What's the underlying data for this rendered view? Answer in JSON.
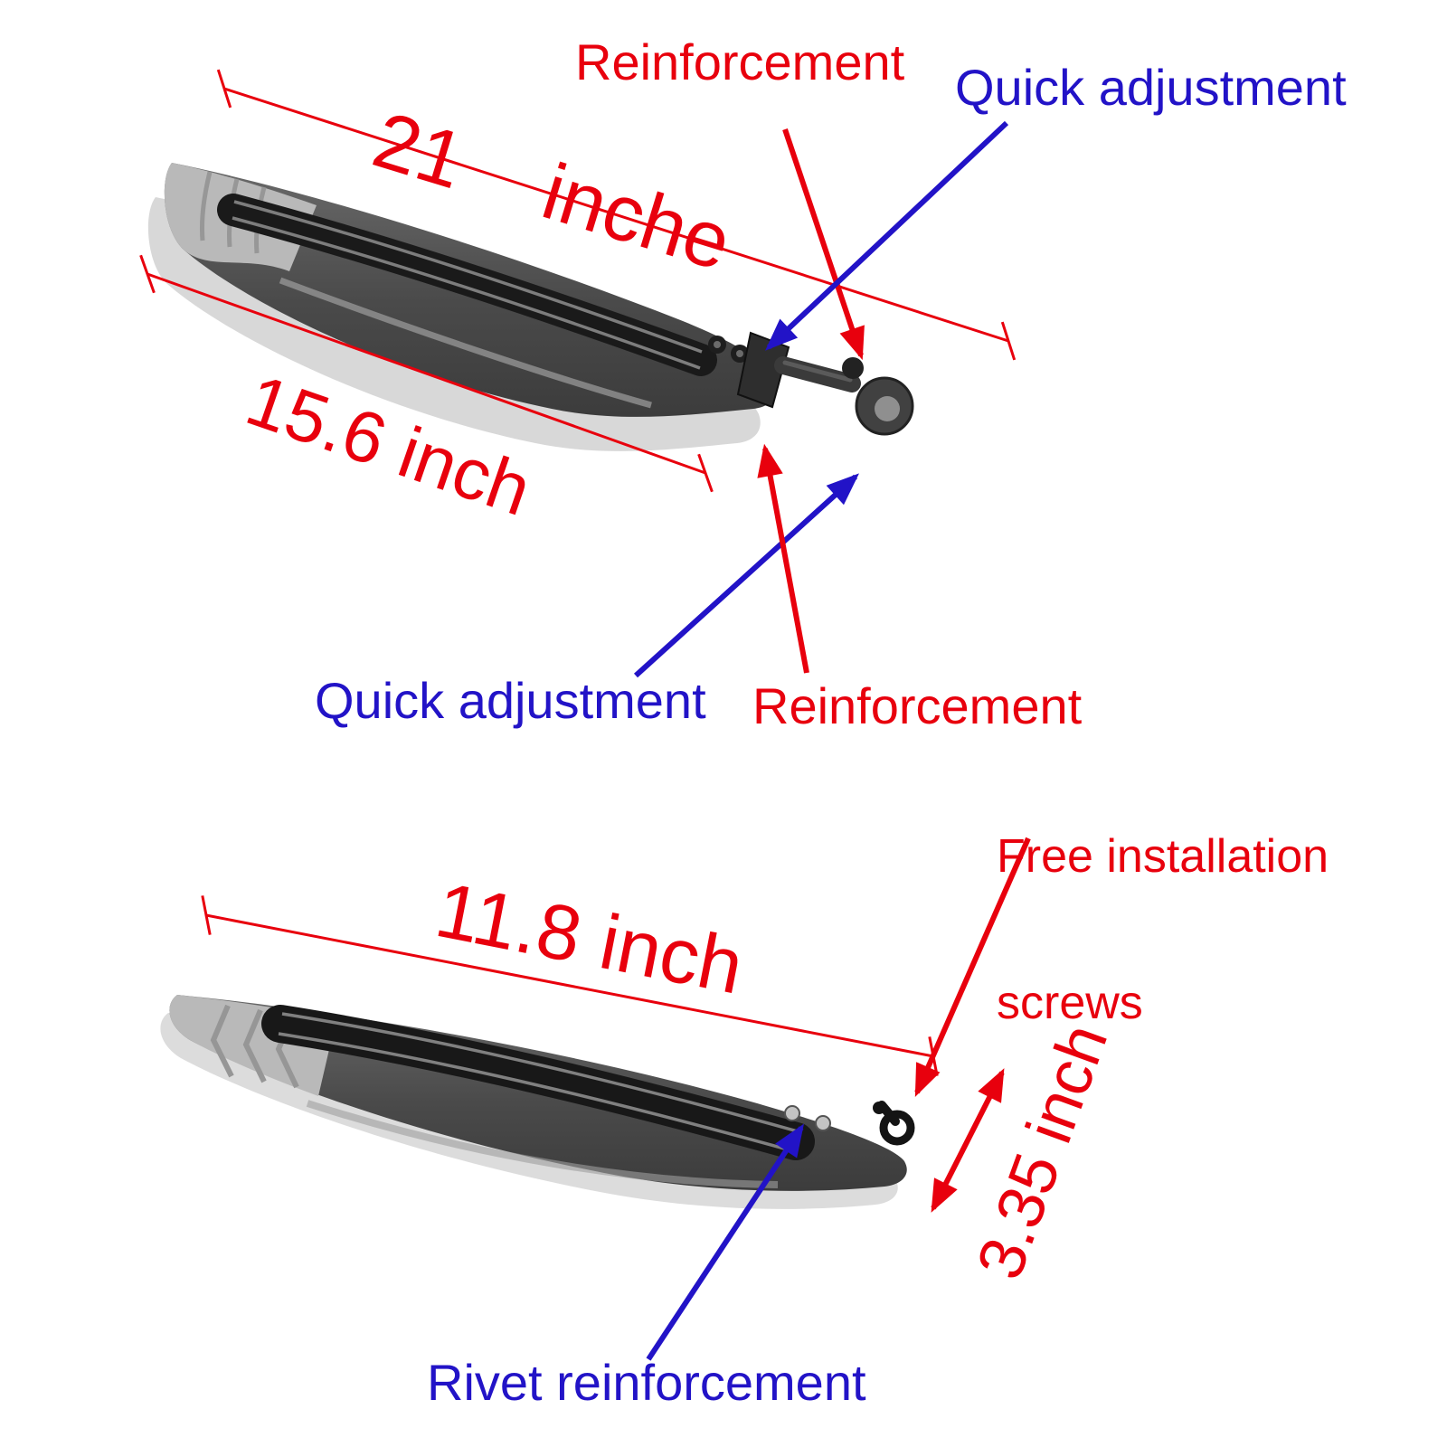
{
  "title": "Bicycle fender set dimension diagram",
  "colors": {
    "annotation_red": "#e8000d",
    "annotation_blue": "#2213c7",
    "fender_body": "#4c4c4c",
    "fender_stripe": "#1a1a1a",
    "fender_tip": "#b9b9b9"
  },
  "top_fender": {
    "length_label": "21    inche",
    "diagonal_label": "15.6 inch",
    "reinforcement_top": "Reinforcement",
    "quick_adjustment_top": "Quick adjustment",
    "quick_adjustment_bottom": "Quick adjustment",
    "reinforcement_bottom": "Reinforcement"
  },
  "bottom_fender": {
    "length_label": "11.8 inch",
    "width_label": "3.35 inch",
    "free_installation_line1": "Free installation",
    "free_installation_line2": "screws",
    "rivet_label": "Rivet reinforcement"
  }
}
